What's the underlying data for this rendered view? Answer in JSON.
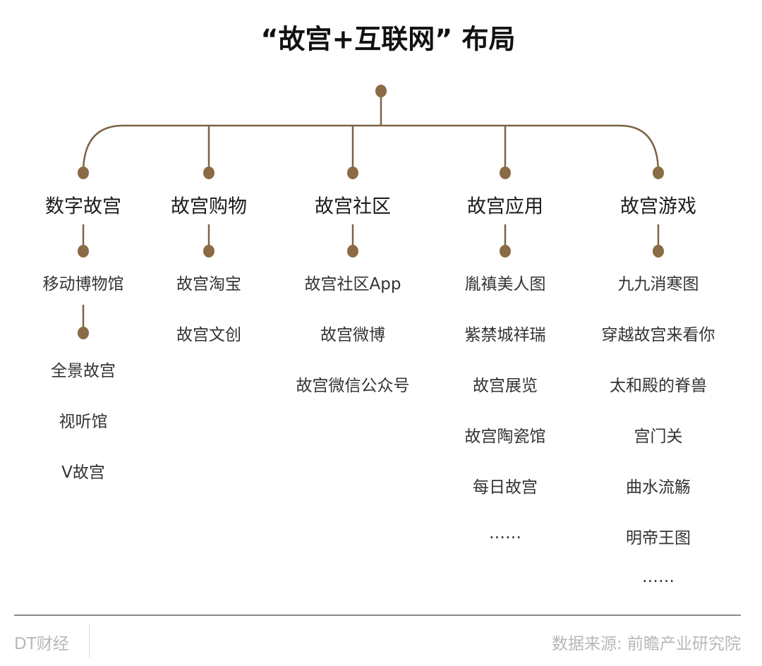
{
  "title": "“故宫+互联网” 布局",
  "colors": {
    "line": "#7a6446",
    "dot": "#8b6b45"
  },
  "columns": [
    {
      "label": "数字故宫",
      "first_item": "移动博物馆",
      "sub_items": [
        "全景故宫",
        "视听馆",
        "V故宫"
      ]
    },
    {
      "label": "故宫购物",
      "items": [
        "故宫淘宝",
        "故宫文创"
      ]
    },
    {
      "label": "故宫社区",
      "items": [
        "故宫社区App",
        "故宫微博",
        "故宫微信公众号"
      ]
    },
    {
      "label": "故宫应用",
      "items": [
        "胤禛美人图",
        "紫禁城祥瑞",
        "故宫展览",
        "故宫陶瓷馆",
        "每日故宫",
        "……"
      ]
    },
    {
      "label": "故宫游戏",
      "items": [
        "九九消寒图",
        "穿越故宫来看你",
        "太和殿的脊兽",
        "宫门关",
        "曲水流觞",
        "明帝王图",
        "……"
      ]
    }
  ],
  "footer": {
    "brand": "DT财经",
    "source": "数据来源: 前瞻产业研究院"
  }
}
